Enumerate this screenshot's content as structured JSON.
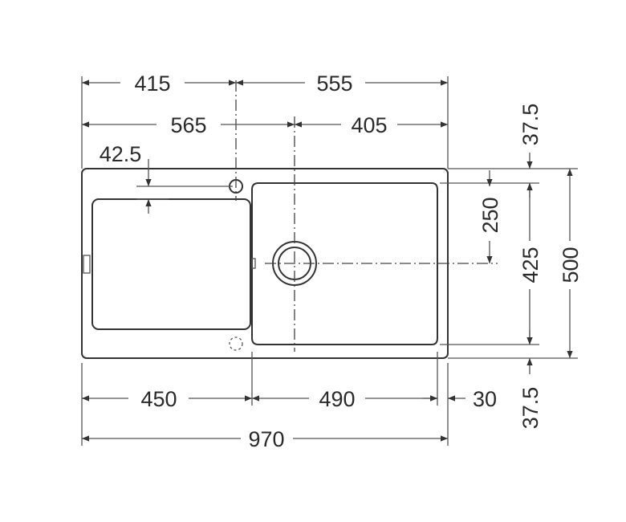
{
  "dimensions": {
    "d415": "415",
    "d555": "555",
    "d565": "565",
    "d405": "405",
    "d42_5": "42.5",
    "d37_5_top": "37.5",
    "d250": "250",
    "d425": "425",
    "d500": "500",
    "d450": "450",
    "d490": "490",
    "d30": "30",
    "d37_5_bottom": "37.5",
    "d970": "970"
  }
}
